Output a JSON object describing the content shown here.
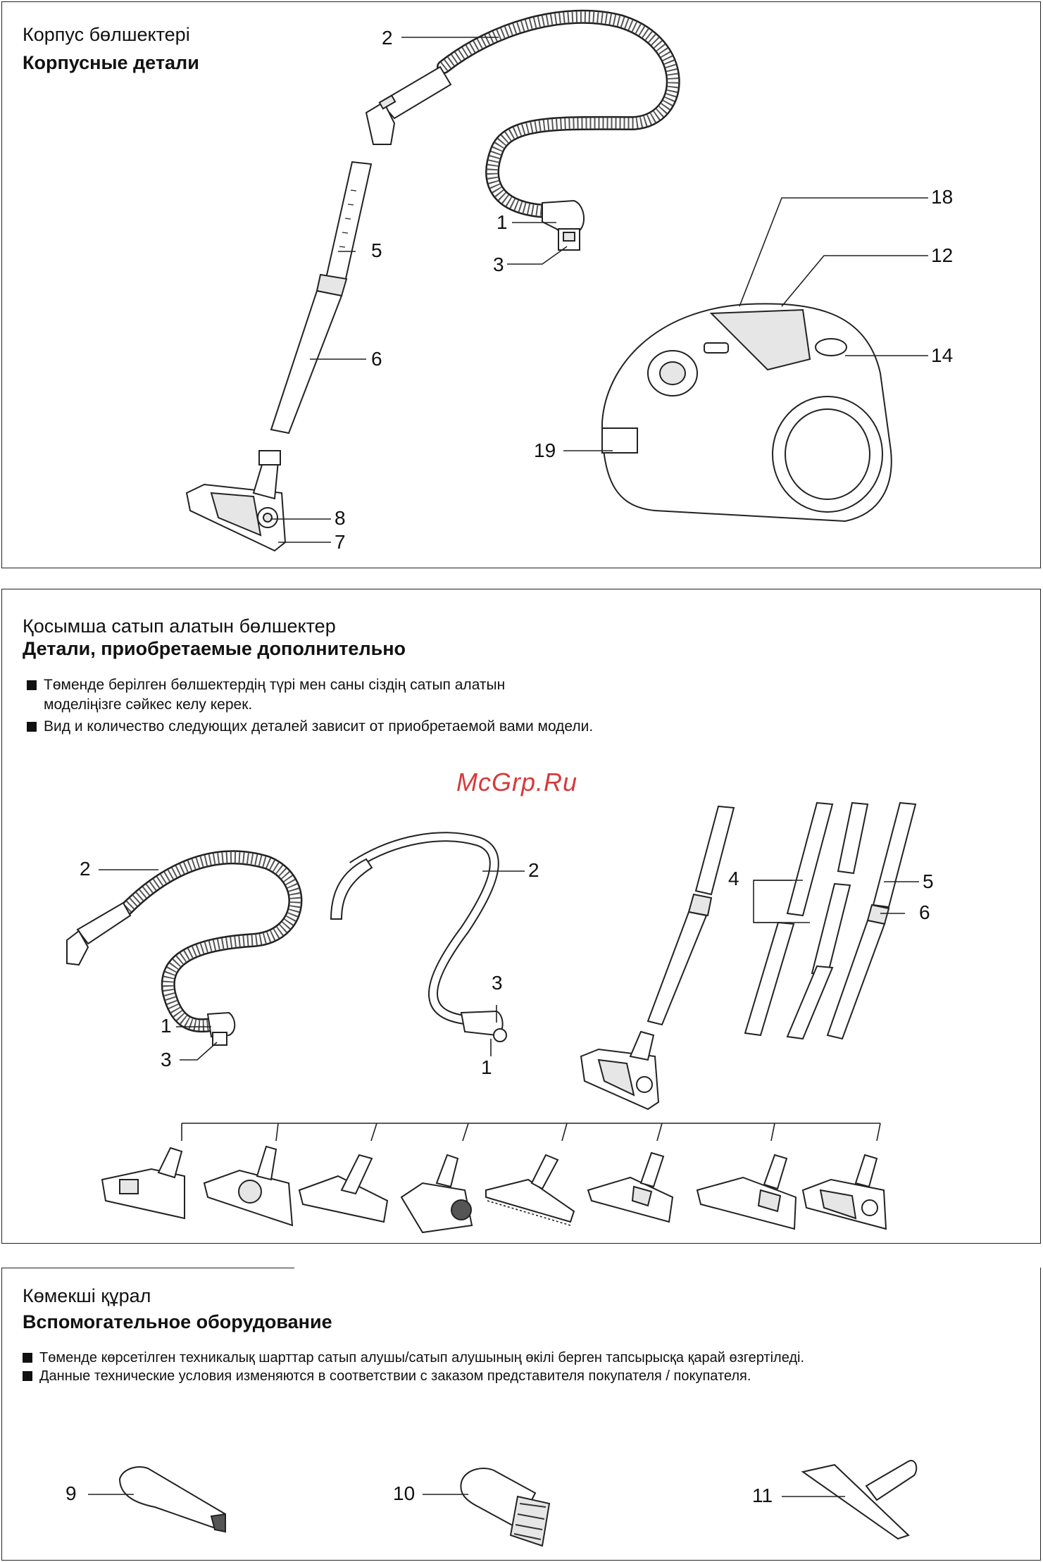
{
  "section_body_parts": {
    "title_kz": "Корпус бөлшектері",
    "title_ru": "Корпусные детали",
    "labels": [
      "2",
      "1",
      "3",
      "5",
      "6",
      "8",
      "7",
      "18",
      "12",
      "14",
      "19"
    ]
  },
  "section_optional_parts": {
    "title_kz": "Қосымша сатып алатын бөлшектер",
    "title_ru": "Детали, приобретаемые дополнительно",
    "bullet1_line1": "Төменде берілген бөлшектердің түрі мен саны сіздің сатып алатын",
    "bullet1_line2": "моделіңізге сәйкес келу керек.",
    "bullet2": "Вид и количество следующих деталей зависит от приобретаемой вами модели.",
    "labels": [
      "2",
      "1",
      "3",
      "2",
      "3",
      "1",
      "4",
      "5",
      "6"
    ]
  },
  "watermark": "McGrp.Ru",
  "section_accessories": {
    "title_kz": "Көмекші құрал",
    "title_ru": "Вспомогательное оборудование",
    "bullet1": "Төменде көрсетілген техникалық шарттар сатып алушы/сатып алушының өкілі берген тапсырысқа қарай өзгертіледі.",
    "bullet2": "Данные технические условия изменяются в соответствии с заказом представителя покупателя / покупателя.",
    "labels": [
      "9",
      "10",
      "11"
    ]
  }
}
